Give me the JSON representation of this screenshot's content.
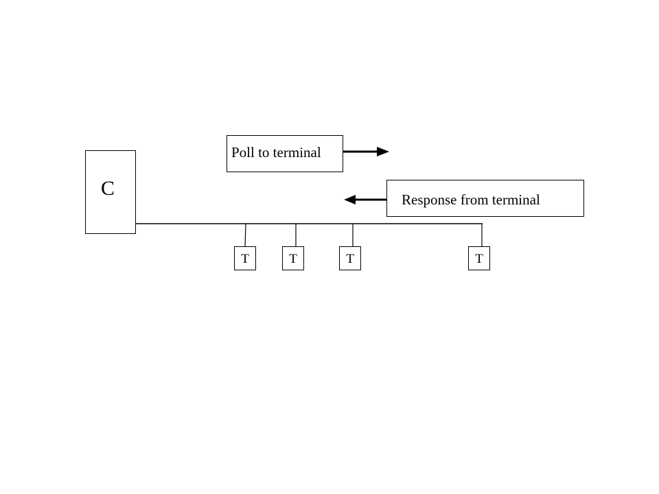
{
  "controller": {
    "label": "C"
  },
  "poll": {
    "label": "Poll to terminal"
  },
  "response": {
    "label": "Response from terminal"
  },
  "terminals": [
    {
      "label": "T"
    },
    {
      "label": "T"
    },
    {
      "label": "T"
    },
    {
      "label": "T"
    }
  ]
}
